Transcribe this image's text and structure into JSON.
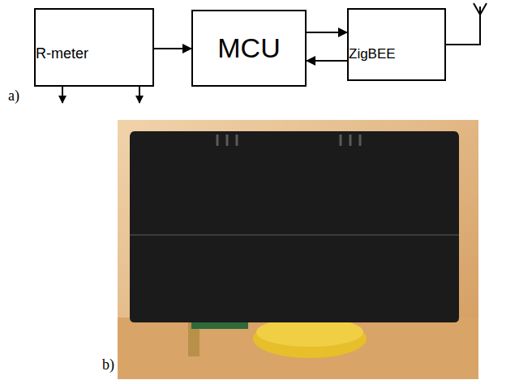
{
  "diagram": {
    "nodes": [
      {
        "text": [
          "R-meter"
        ]
      },
      {
        "text": [
          "MCU"
        ]
      },
      {
        "text": [
          "ZigBEE"
        ]
      }
    ],
    "edges": [
      {
        "from": 0,
        "to": 1,
        "arrow": "to"
      },
      {
        "from": 1,
        "to": 2,
        "arrow": "to"
      },
      {
        "from": 2,
        "to": 1,
        "arrow": "to"
      }
    ],
    "labels": [
      "a)",
      "b)"
    ]
  }
}
